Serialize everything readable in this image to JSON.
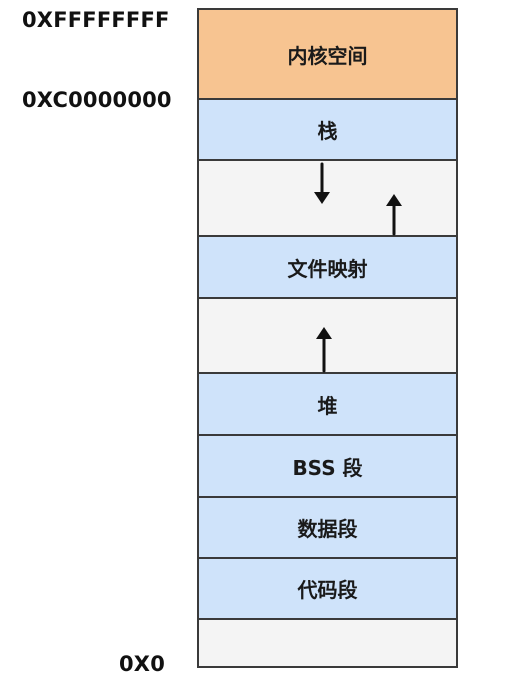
{
  "addresses": {
    "top": "0XFFFFFFFF",
    "kernel_start": "0XC0000000",
    "bottom": "0X0"
  },
  "segments": {
    "kernel": "内核空间",
    "stack": "栈",
    "mmap": "文件映射",
    "heap": "堆",
    "bss": "BSS 段",
    "data": "数据段",
    "text": "代码段"
  },
  "colors": {
    "kernel_fill": "#f7c491",
    "segment_fill": "#cfe3fa",
    "free_fill": "#f4f4f4",
    "border": "#3a3a3a"
  },
  "arrows": [
    {
      "name": "stack-grows-down",
      "direction": "down"
    },
    {
      "name": "mmap-grows-up",
      "direction": "up"
    },
    {
      "name": "heap-grows-up",
      "direction": "up"
    }
  ]
}
